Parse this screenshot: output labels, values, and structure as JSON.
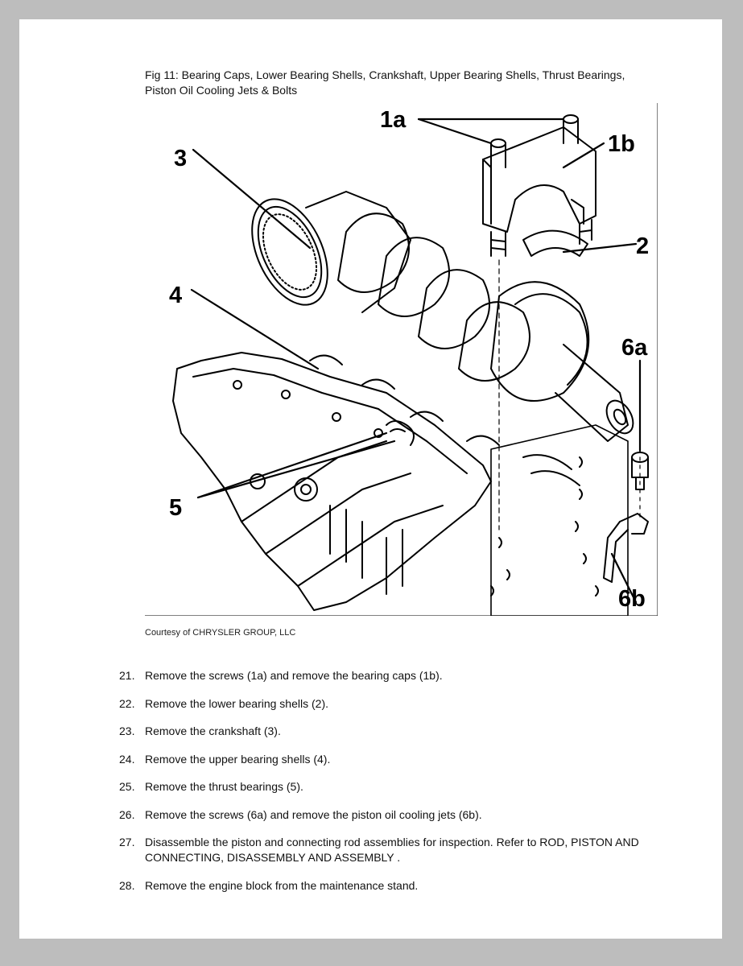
{
  "figure": {
    "caption": "Fig 11: Bearing Caps, Lower Bearing Shells, Crankshaft, Upper Bearing Shells, Thrust Bearings, Piston Oil Cooling Jets & Bolts",
    "courtesy": "Courtesy of CHRYSLER GROUP, LLC",
    "callouts": {
      "c1a": "1a",
      "c1b": "1b",
      "c2": "2",
      "c3": "3",
      "c4": "4",
      "c5": "5",
      "c6a": "6a",
      "c6b": "6b"
    }
  },
  "steps": [
    {
      "num": "21.",
      "text": "Remove the screws (1a) and remove the bearing caps (1b)."
    },
    {
      "num": "22.",
      "text": "Remove the lower bearing shells (2)."
    },
    {
      "num": "23.",
      "text": "Remove the crankshaft (3)."
    },
    {
      "num": "24.",
      "text": "Remove the upper bearing shells (4)."
    },
    {
      "num": "25.",
      "text": "Remove the thrust bearings (5)."
    },
    {
      "num": "26.",
      "text": "Remove the screws (6a) and remove the piston oil cooling jets (6b)."
    },
    {
      "num": "27.",
      "text": "Disassemble the piston and connecting rod assemblies for inspection. Refer to ROD, PISTON AND CONNECTING, DISASSEMBLY AND ASSEMBLY ."
    },
    {
      "num": "28.",
      "text": "Remove the engine block from the maintenance stand."
    }
  ]
}
